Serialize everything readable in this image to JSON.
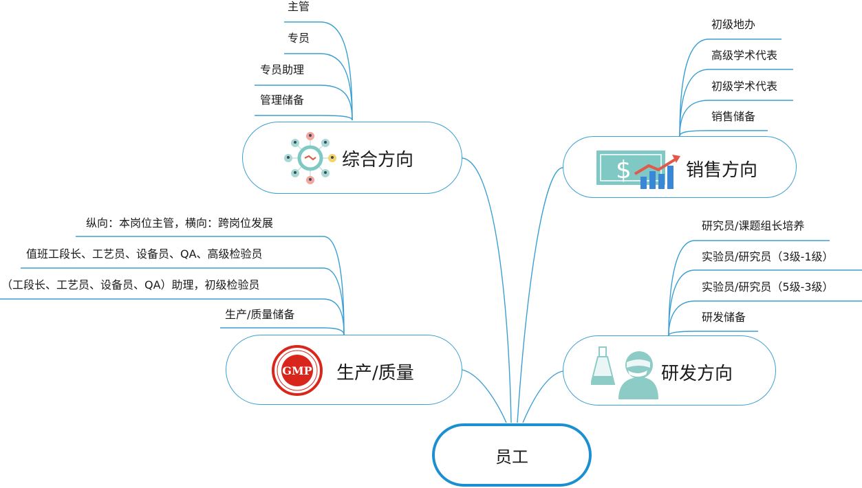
{
  "root": {
    "label": "员工"
  },
  "branches": {
    "general": {
      "label": "综合方向",
      "icon": "network-people-icon",
      "items": [
        "主管",
        "专员",
        "专员助理",
        "管理储备"
      ]
    },
    "sales": {
      "label": "销售方向",
      "icon": "dollar-growth-chart-icon",
      "items": [
        "初级地办",
        "高级学术代表",
        "初级学术代表",
        "销售储备"
      ]
    },
    "production": {
      "label": "生产/质量",
      "icon": "gmp-seal-icon",
      "icon_text": "GMP",
      "items": [
        "纵向：本岗位主管，横向：跨岗位发展",
        "值班工段长、工艺员、设备员、QA、高级检验员",
        "（工段长、工艺员、设备员、QA）助理，初级检验员",
        "生产/质量储备"
      ]
    },
    "rnd": {
      "label": "研发方向",
      "icon": "lab-scientist-icon",
      "items": [
        "研究员/课题组长培养",
        "实验员/研究员（3级-1级）",
        "实验员/研究员（5级-3级）",
        "研发储备"
      ]
    }
  },
  "colors": {
    "line": "#3b9fd1",
    "root_border": "#1c8fd0",
    "accent_teal": "#7fc8c3",
    "gmp_red": "#d9261c"
  }
}
